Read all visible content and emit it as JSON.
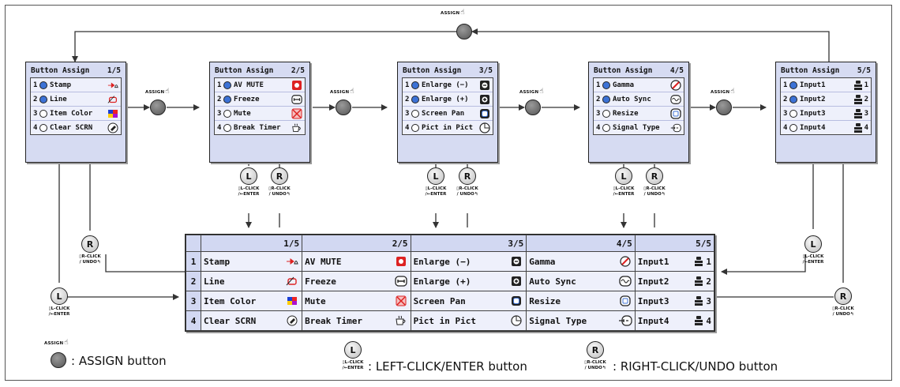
{
  "panels": [
    {
      "title": "Button Assign",
      "page": "1/5",
      "items": [
        {
          "n": "1",
          "label": "Stamp",
          "icon": "stamp-icon",
          "selected": true
        },
        {
          "n": "2",
          "label": "Line",
          "icon": "line-icon",
          "selected": true
        },
        {
          "n": "3",
          "label": "Item Color",
          "icon": "color-icon",
          "selected": false
        },
        {
          "n": "4",
          "label": "Clear SCRN",
          "icon": "eraser-icon",
          "selected": false
        }
      ]
    },
    {
      "title": "Button Assign",
      "page": "2/5",
      "items": [
        {
          "n": "1",
          "label": "AV MUTE",
          "icon": "av-mute-icon",
          "selected": true
        },
        {
          "n": "2",
          "label": "Freeze",
          "icon": "freeze-icon",
          "selected": true
        },
        {
          "n": "3",
          "label": "Mute",
          "icon": "mute-icon",
          "selected": false
        },
        {
          "n": "4",
          "label": "Break Timer",
          "icon": "cup-icon",
          "selected": false
        }
      ]
    },
    {
      "title": "Button Assign",
      "page": "3/5",
      "items": [
        {
          "n": "1",
          "label": "Enlarge (−)",
          "icon": "zoom-out-icon",
          "selected": true
        },
        {
          "n": "2",
          "label": "Enlarge (+)",
          "icon": "zoom-in-icon",
          "selected": true
        },
        {
          "n": "3",
          "label": "Screen Pan",
          "icon": "pan-icon",
          "selected": false
        },
        {
          "n": "4",
          "label": "Pict in Pict",
          "icon": "pip-icon",
          "selected": false
        }
      ]
    },
    {
      "title": "Button Assign",
      "page": "4/5",
      "items": [
        {
          "n": "1",
          "label": "Gamma",
          "icon": "gamma-icon",
          "selected": true
        },
        {
          "n": "2",
          "label": "Auto Sync",
          "icon": "auto-sync-icon",
          "selected": true
        },
        {
          "n": "3",
          "label": "Resize",
          "icon": "resize-icon",
          "selected": false
        },
        {
          "n": "4",
          "label": "Signal Type",
          "icon": "signal-type-icon",
          "selected": false
        }
      ]
    },
    {
      "title": "Button Assign",
      "page": "5/5",
      "items": [
        {
          "n": "1",
          "label": "Input1",
          "icon": "input-icon",
          "badge": "1",
          "selected": true
        },
        {
          "n": "2",
          "label": "Input2",
          "icon": "input-icon",
          "badge": "2",
          "selected": true
        },
        {
          "n": "3",
          "label": "Input3",
          "icon": "input-icon",
          "badge": "3",
          "selected": false
        },
        {
          "n": "4",
          "label": "Input4",
          "icon": "input-icon",
          "badge": "4",
          "selected": false
        }
      ]
    }
  ],
  "grid": {
    "pages": [
      "1/5",
      "2/5",
      "3/5",
      "4/5",
      "5/5"
    ],
    "rows": [
      {
        "n": "1",
        "cells": [
          {
            "label": "Stamp",
            "icon": "stamp-icon"
          },
          {
            "label": "AV MUTE",
            "icon": "av-mute-icon"
          },
          {
            "label": "Enlarge (−)",
            "icon": "zoom-out-icon"
          },
          {
            "label": "Gamma",
            "icon": "gamma-icon"
          },
          {
            "label": "Input1",
            "icon": "input-icon",
            "badge": "1"
          }
        ]
      },
      {
        "n": "2",
        "cells": [
          {
            "label": "Line",
            "icon": "line-icon"
          },
          {
            "label": "Freeze",
            "icon": "freeze-icon"
          },
          {
            "label": "Enlarge (+)",
            "icon": "zoom-in-icon"
          },
          {
            "label": "Auto Sync",
            "icon": "auto-sync-icon"
          },
          {
            "label": "Input2",
            "icon": "input-icon",
            "badge": "2"
          }
        ]
      },
      {
        "n": "3",
        "cells": [
          {
            "label": "Item Color",
            "icon": "color-icon"
          },
          {
            "label": "Mute",
            "icon": "mute-icon"
          },
          {
            "label": "Screen Pan",
            "icon": "pan-icon"
          },
          {
            "label": "Resize",
            "icon": "resize-icon"
          },
          {
            "label": "Input3",
            "icon": "input-icon",
            "badge": "3"
          }
        ]
      },
      {
        "n": "4",
        "cells": [
          {
            "label": "Clear SCRN",
            "icon": "eraser-icon"
          },
          {
            "label": "Break Timer",
            "icon": "cup-icon"
          },
          {
            "label": "Pict in Pict",
            "icon": "pip-icon"
          },
          {
            "label": "Signal Type",
            "icon": "signal-type-icon"
          },
          {
            "label": "Input4",
            "icon": "input-icon",
            "badge": "4"
          }
        ]
      }
    ]
  },
  "assign_tag": "ASSIGN",
  "left_button": {
    "letter": "L",
    "line1": "L-CLICK",
    "line2": "/←ENTER"
  },
  "right_button": {
    "letter": "R",
    "line1": "R-CLICK",
    "line2": "/ UNDO"
  },
  "legend": {
    "assign": ": ASSIGN button",
    "left": ": LEFT-CLICK/ENTER button",
    "right": ": RIGHT-CLICK/UNDO button"
  },
  "colors": {
    "panel_bg": "#d6dbf2",
    "selected_dot": "#3c72d6",
    "wire": "#333333"
  }
}
